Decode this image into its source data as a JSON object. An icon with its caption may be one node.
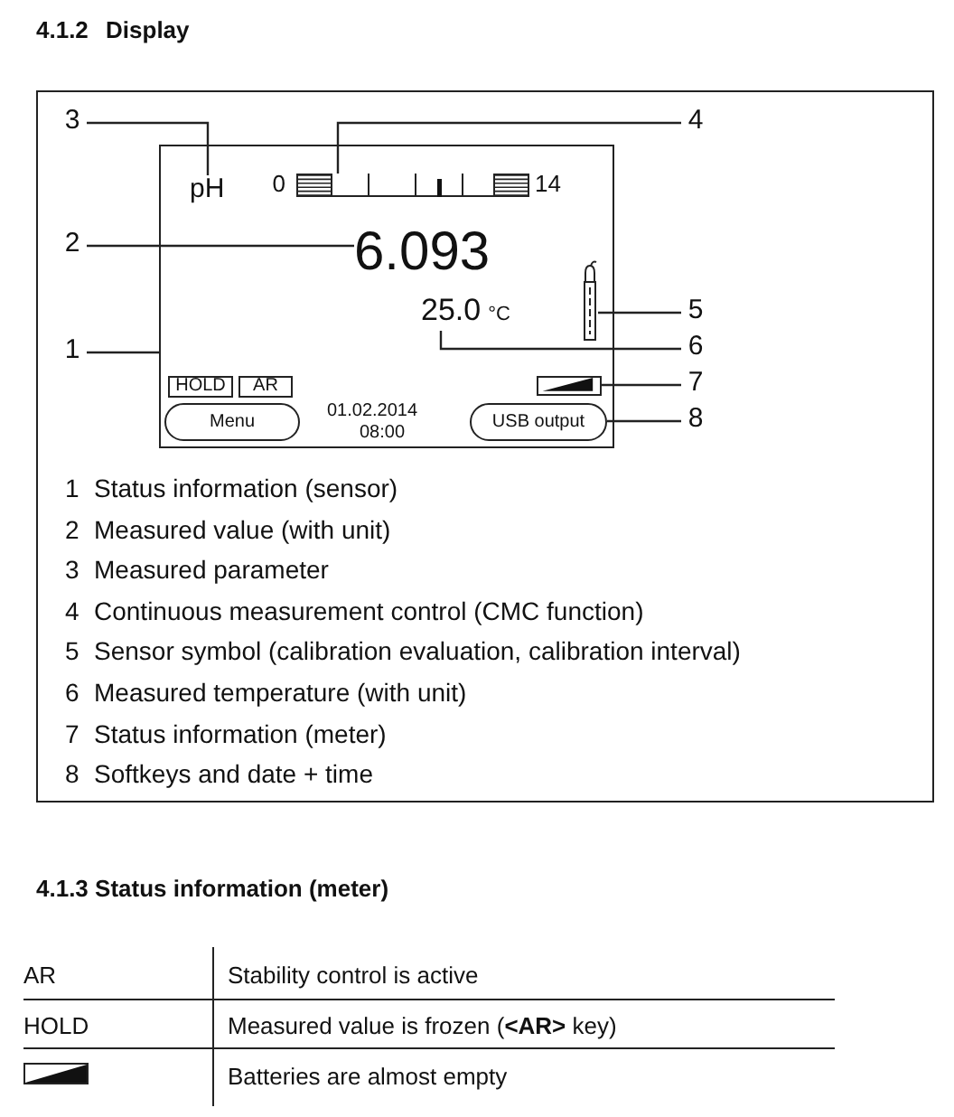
{
  "diagram": {
    "title": "4.1.2 Display",
    "nodes": [
      {
        "text": [],
        "shape": "box"
      },
      {
        "text": [
          "pH"
        ],
        "in": 0
      },
      {
        "text": [],
        "shape": "bar",
        "beside": [
          "0",
          "14"
        ],
        "in": 0
      },
      {
        "text": [
          "6.093"
        ],
        "in": 0
      },
      {
        "text": [],
        "shape": "picture",
        "in": 0
      },
      {
        "text": [
          "25.0",
          "°C"
        ],
        "in": 0
      },
      {
        "text": [
          "HOLD"
        ],
        "in": 0
      },
      {
        "text": [
          "AR"
        ],
        "in": 0
      },
      {
        "text": [],
        "shape": "box",
        "in": 0
      },
      {
        "text": [
          "Menu"
        ],
        "in": 0
      },
      {
        "text": [
          "USB output"
        ],
        "in": 0
      },
      {
        "text": [
          "3"
        ]
      },
      {
        "text": [
          "4"
        ]
      },
      {
        "text": [
          "2"
        ]
      },
      {
        "text": [
          "5"
        ]
      },
      {
        "text": [
          "1"
        ]
      },
      {
        "text": [
          "6"
        ]
      },
      {
        "text": [
          "7"
        ]
      },
      {
        "text": [
          "8"
        ]
      }
    ],
    "edges": [
      {
        "from": 11,
        "to": 1,
        "arrow": "none"
      },
      {
        "from": 12,
        "to": 2,
        "arrow": "none"
      },
      {
        "from": 13,
        "to": 3,
        "arrow": "none"
      },
      {
        "from": 14,
        "to": 4,
        "arrow": "none"
      },
      {
        "from": 15,
        "to": 0,
        "arrow": "none"
      },
      {
        "from": 16,
        "to": 5,
        "arrow": "none"
      },
      {
        "from": 17,
        "to": 8,
        "arrow": "none"
      },
      {
        "from": 18,
        "to": 10,
        "arrow": "none"
      }
    ],
    "labels": [
      "01.02.2014",
      "08:00",
      "1",
      "Status information (sensor)",
      "2",
      "Measured value (with unit)",
      "3",
      "Measured parameter",
      "4",
      "Continuous measurement control (CMC function)",
      "5",
      "Sensor symbol (calibration evaluation, calibration interval)",
      "6",
      "Measured temperature (with unit)",
      "7",
      "Status information (meter)",
      "8",
      "Softkeys and date + time",
      "4.1.3 Status information (meter)",
      "AR",
      "Stability control is active",
      "HOLD",
      "Measured value is frozen (**<AR>** key)",
      "Batteries are almost empty"
    ]
  }
}
